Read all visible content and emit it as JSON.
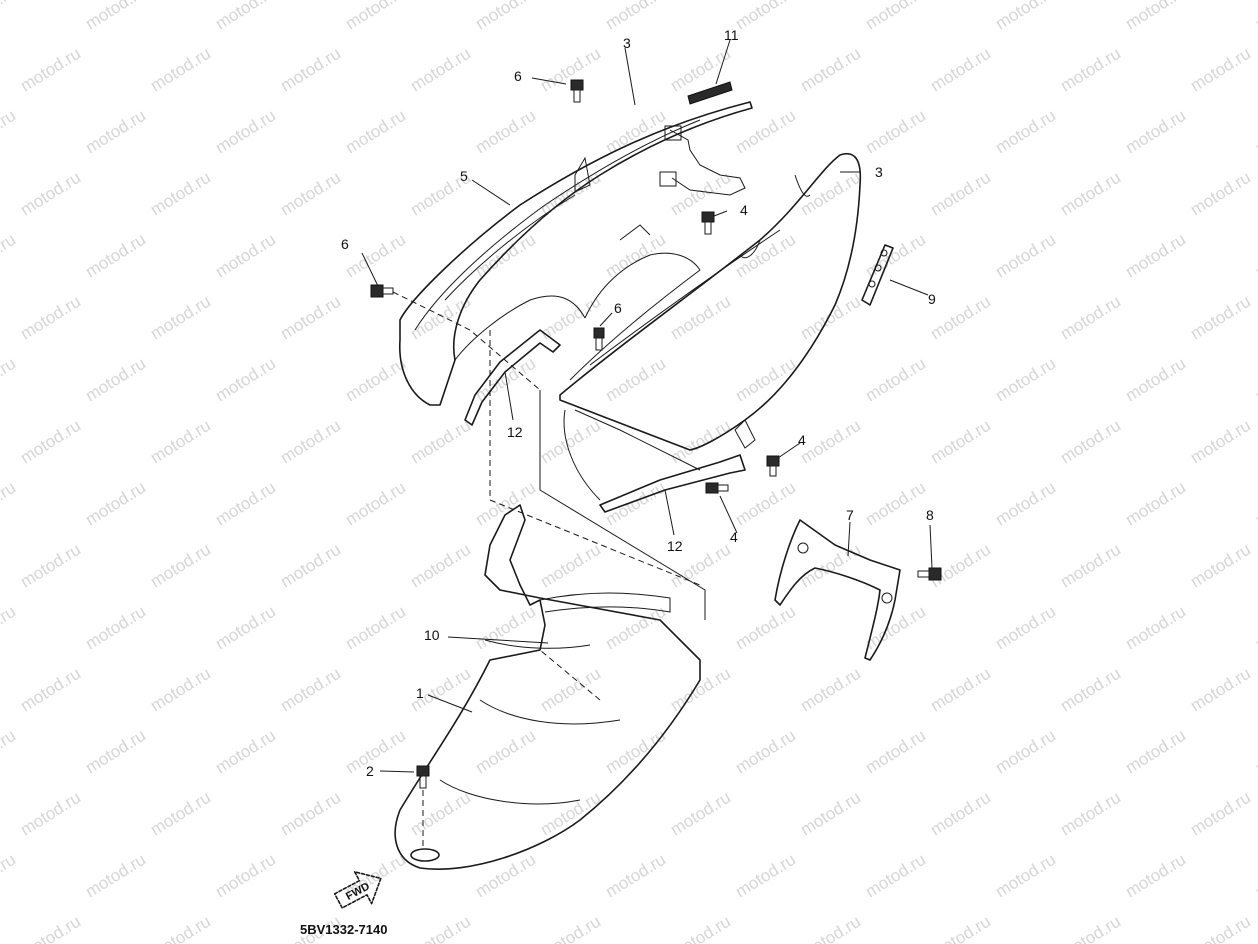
{
  "watermark": "motod.ru",
  "drawing_code": "5BV1332-7140",
  "fwd_label": "FWD",
  "callouts": [
    {
      "id": "c1",
      "label": "1"
    },
    {
      "id": "c2",
      "label": "2"
    },
    {
      "id": "c3",
      "label": "3"
    },
    {
      "id": "c4a",
      "label": "4"
    },
    {
      "id": "c4b",
      "label": "4"
    },
    {
      "id": "c4c",
      "label": "4"
    },
    {
      "id": "c5",
      "label": "5"
    },
    {
      "id": "c6a",
      "label": "6"
    },
    {
      "id": "c6b",
      "label": "6"
    },
    {
      "id": "c6c",
      "label": "6"
    },
    {
      "id": "c7",
      "label": "7"
    },
    {
      "id": "c8",
      "label": "8"
    },
    {
      "id": "c9",
      "label": "9"
    },
    {
      "id": "c10",
      "label": "10"
    },
    {
      "id": "c11",
      "label": "11"
    },
    {
      "id": "c12a",
      "label": "12"
    },
    {
      "id": "c12b",
      "label": "12"
    },
    {
      "id": "c13",
      "label": "3"
    }
  ]
}
